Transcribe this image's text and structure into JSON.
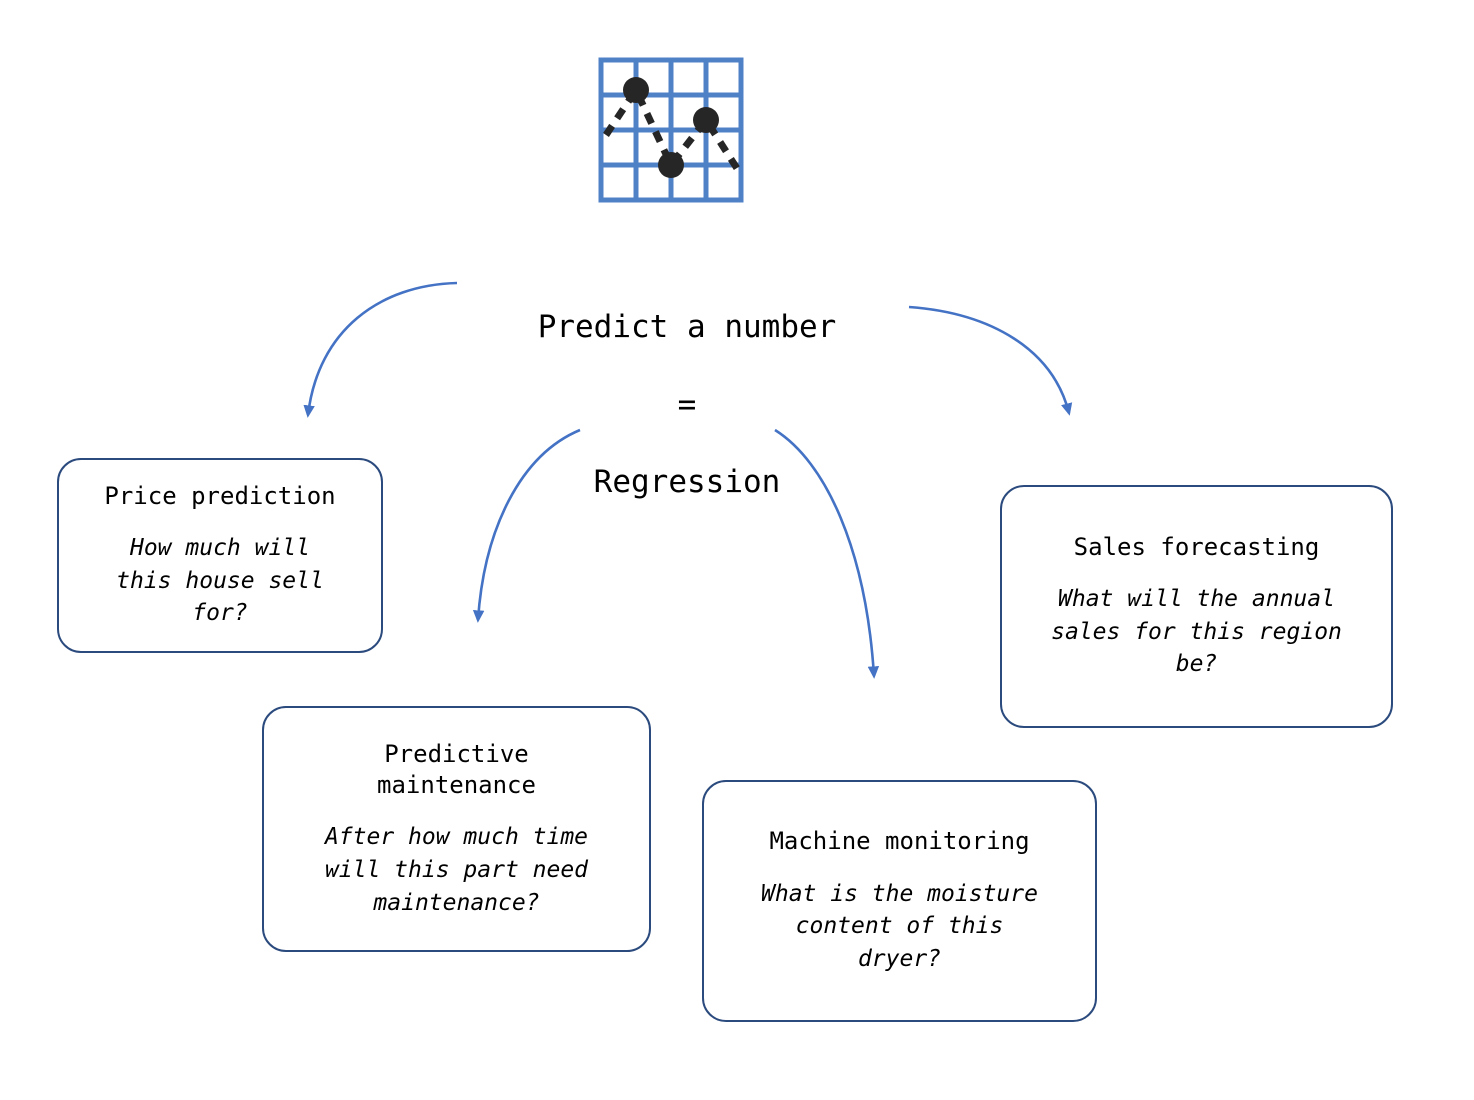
{
  "header": {
    "icon": "scatter-plot-grid-icon",
    "icon_grid_color": "#4f81c7",
    "icon_dot_color": "#262626"
  },
  "center": {
    "line1": "Predict a number",
    "line2": "=",
    "line3": "Regression"
  },
  "colors": {
    "arrow_blue": "#4472c4",
    "box_border": "#2b4a7d",
    "text": "#000000",
    "background": "#ffffff"
  },
  "nodes": [
    {
      "id": "price-prediction",
      "title": "Price prediction",
      "question": "How much will\nthis house sell\nfor?"
    },
    {
      "id": "predictive-maintenance",
      "title": "Predictive\nmaintenance",
      "question": "After how much time\nwill this part need\nmaintenance?"
    },
    {
      "id": "machine-monitoring",
      "title": "Machine monitoring",
      "question": "What is the moisture\ncontent of this\ndryer?"
    },
    {
      "id": "sales-forecasting",
      "title": "Sales forecasting",
      "question": "What will the annual\nsales for this region\nbe?"
    }
  ],
  "arrows": [
    {
      "name": "arrow-to-price-prediction",
      "from": "center",
      "to": "price-prediction"
    },
    {
      "name": "arrow-to-predictive-maintenance",
      "from": "center",
      "to": "predictive-maintenance"
    },
    {
      "name": "arrow-to-machine-monitoring",
      "from": "center",
      "to": "machine-monitoring"
    },
    {
      "name": "arrow-to-sales-forecasting",
      "from": "center",
      "to": "sales-forecasting"
    }
  ]
}
